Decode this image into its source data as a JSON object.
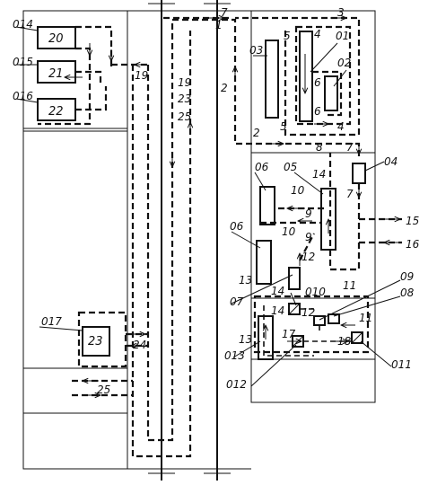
{
  "diagram": {
    "ref_labels": {
      "r014": "014",
      "r015": "015",
      "r016": "016",
      "r017": "017",
      "r01": "01",
      "r02": "02",
      "r03": "03",
      "r04": "04",
      "r05": "05",
      "r06a": "06",
      "r06b": "06",
      "r07": "07",
      "r08": "08",
      "r09": "09",
      "r010": "010",
      "r011": "011",
      "r012": "012",
      "r013": "013"
    },
    "box_labels": {
      "b20": "20",
      "b21": "21",
      "b22": "22",
      "b23": "23"
    },
    "flow_labels": {
      "n1": "1",
      "n2a": "2",
      "n2b": "2",
      "n3": "3",
      "n4a": "4",
      "n4b": "4",
      "n5a": "5",
      "n5b": "5",
      "n6a": "6",
      "n6b": "6",
      "n7a": "7",
      "n7b": "7",
      "n7c": "7",
      "n8": "8",
      "n9a": "9",
      "n9b": "9",
      "n10a": "10",
      "n10b": "10",
      "n11a": "11",
      "n11b": "11",
      "n12a": "12",
      "n12b": "12",
      "n13a": "13",
      "n13b": "13",
      "n14a": "14",
      "n14b": "14",
      "n14c": "14",
      "n15": "15",
      "n16": "16",
      "n17": "17",
      "n18": "18",
      "n19a": "19",
      "n19b": "19",
      "n23": "23",
      "n24": "24",
      "n25a": "25",
      "n25b": "25"
    }
  }
}
